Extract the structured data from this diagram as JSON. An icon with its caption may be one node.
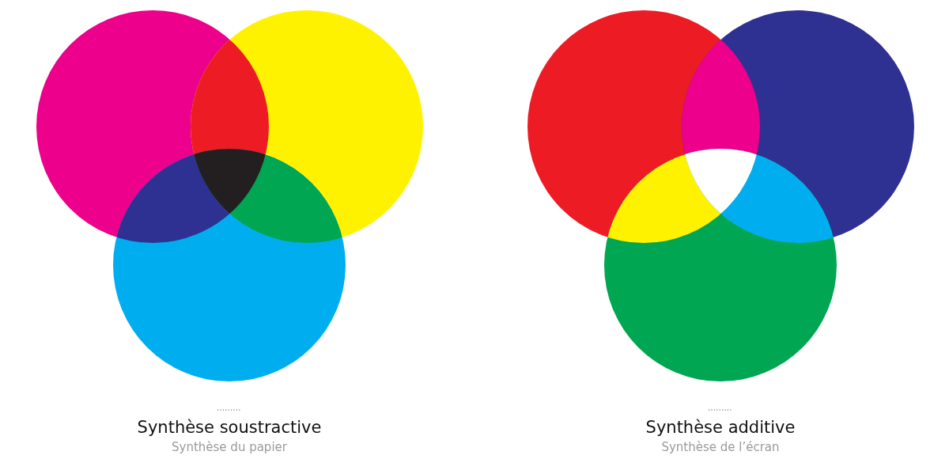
{
  "diagram": {
    "labels": [
      "Synthèse soustractive",
      "Synthèse du papier",
      "Synthèse additive",
      "Synthèse de l’écran"
    ]
  }
}
